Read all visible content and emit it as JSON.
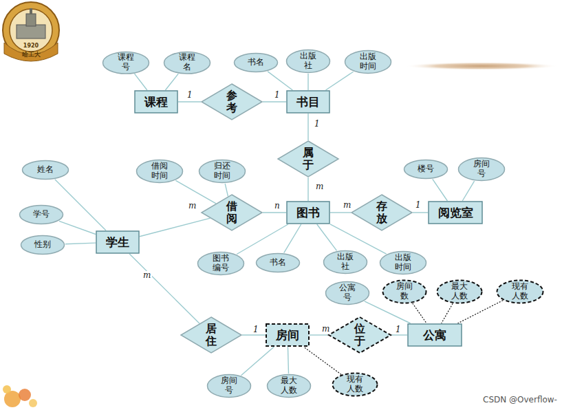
{
  "diagram": {
    "nodes": [
      {
        "text": [
          "课程号"
        ]
      },
      {
        "text": [
          "课程名"
        ]
      },
      {
        "text": [
          "书名"
        ]
      },
      {
        "text": [
          "出版社"
        ]
      },
      {
        "text": [
          "出版时间"
        ]
      },
      {
        "text": [
          "课程"
        ]
      },
      {
        "text": [
          "参考"
        ]
      },
      {
        "text": [
          "书目"
        ]
      },
      {
        "text": [
          "属于"
        ]
      },
      {
        "text": [
          "姓名"
        ]
      },
      {
        "text": [
          "借阅时间"
        ]
      },
      {
        "text": [
          "归还时间"
        ]
      },
      {
        "text": [
          "楼号"
        ]
      },
      {
        "text": [
          "房间号"
        ]
      },
      {
        "text": [
          "学号"
        ]
      },
      {
        "text": [
          "借阅"
        ]
      },
      {
        "text": [
          "图书"
        ]
      },
      {
        "text": [
          "存放"
        ]
      },
      {
        "text": [
          "阅览室"
        ]
      },
      {
        "text": [
          "性别"
        ]
      },
      {
        "text": [
          "学生"
        ]
      },
      {
        "text": [
          "图书编号"
        ]
      },
      {
        "text": [
          "书名"
        ]
      },
      {
        "text": [
          "出版社"
        ]
      },
      {
        "text": [
          "出版时间"
        ]
      },
      {
        "text": [
          "公寓号"
        ]
      },
      {
        "text": [
          "房间数"
        ]
      },
      {
        "text": [
          "最大人数"
        ]
      },
      {
        "text": [
          "现有人数"
        ]
      },
      {
        "text": [
          "居住"
        ]
      },
      {
        "text": [
          "房间"
        ]
      },
      {
        "text": [
          "位于"
        ]
      },
      {
        "text": [
          "公寓"
        ]
      },
      {
        "text": [
          "房间号"
        ]
      },
      {
        "text": [
          "最大人数"
        ]
      },
      {
        "text": [
          "现有人数"
        ]
      }
    ],
    "edges": [
      {
        "from": 0,
        "to": 5,
        "arrow": "none"
      },
      {
        "from": 1,
        "to": 5,
        "arrow": "none"
      },
      {
        "from": 2,
        "to": 7,
        "arrow": "none"
      },
      {
        "from": 3,
        "to": 7,
        "arrow": "none"
      },
      {
        "from": 4,
        "to": 7,
        "arrow": "none"
      },
      {
        "from": 5,
        "to": 6,
        "label": "1",
        "arrow": "none"
      },
      {
        "from": 6,
        "to": 7,
        "label": "1",
        "arrow": "none"
      },
      {
        "from": 7,
        "to": 8,
        "label": "1",
        "arrow": "none"
      },
      {
        "from": 8,
        "to": 16,
        "label": "m",
        "arrow": "none"
      },
      {
        "from": 10,
        "to": 15,
        "arrow": "none"
      },
      {
        "from": 11,
        "to": 15,
        "arrow": "none"
      },
      {
        "from": 9,
        "to": 20,
        "arrow": "none"
      },
      {
        "from": 14,
        "to": 20,
        "arrow": "none"
      },
      {
        "from": 19,
        "to": 20,
        "arrow": "none"
      },
      {
        "from": 20,
        "to": 15,
        "label": "m",
        "arrow": "none"
      },
      {
        "from": 15,
        "to": 16,
        "label": "n",
        "arrow": "none"
      },
      {
        "from": 16,
        "to": 17,
        "label": "m",
        "arrow": "none"
      },
      {
        "from": 17,
        "to": 18,
        "label": "1",
        "arrow": "none"
      },
      {
        "from": 12,
        "to": 18,
        "arrow": "none"
      },
      {
        "from": 13,
        "to": 18,
        "arrow": "none"
      },
      {
        "from": 21,
        "to": 16,
        "arrow": "none"
      },
      {
        "from": 22,
        "to": 16,
        "arrow": "none"
      },
      {
        "from": 23,
        "to": 16,
        "arrow": "none"
      },
      {
        "from": 24,
        "to": 16,
        "arrow": "none"
      },
      {
        "from": 20,
        "to": 29,
        "label": "m",
        "arrow": "none"
      },
      {
        "from": 29,
        "to": 30,
        "label": "1",
        "arrow": "none"
      },
      {
        "from": 30,
        "to": 31,
        "label": "m",
        "arrow": "none"
      },
      {
        "from": 31,
        "to": 32,
        "label": "1",
        "arrow": "none"
      },
      {
        "from": 25,
        "to": 32,
        "arrow": "none"
      },
      {
        "from": 26,
        "to": 32,
        "arrow": "none"
      },
      {
        "from": 27,
        "to": 32,
        "arrow": "none"
      },
      {
        "from": 28,
        "to": 32,
        "arrow": "none"
      },
      {
        "from": 33,
        "to": 30,
        "arrow": "none"
      },
      {
        "from": 34,
        "to": 30,
        "arrow": "none"
      },
      {
        "from": 35,
        "to": 30,
        "arrow": "none"
      }
    ],
    "labels": [
      "1920",
      "哈工大",
      "CSDN @Overflow-"
    ]
  }
}
